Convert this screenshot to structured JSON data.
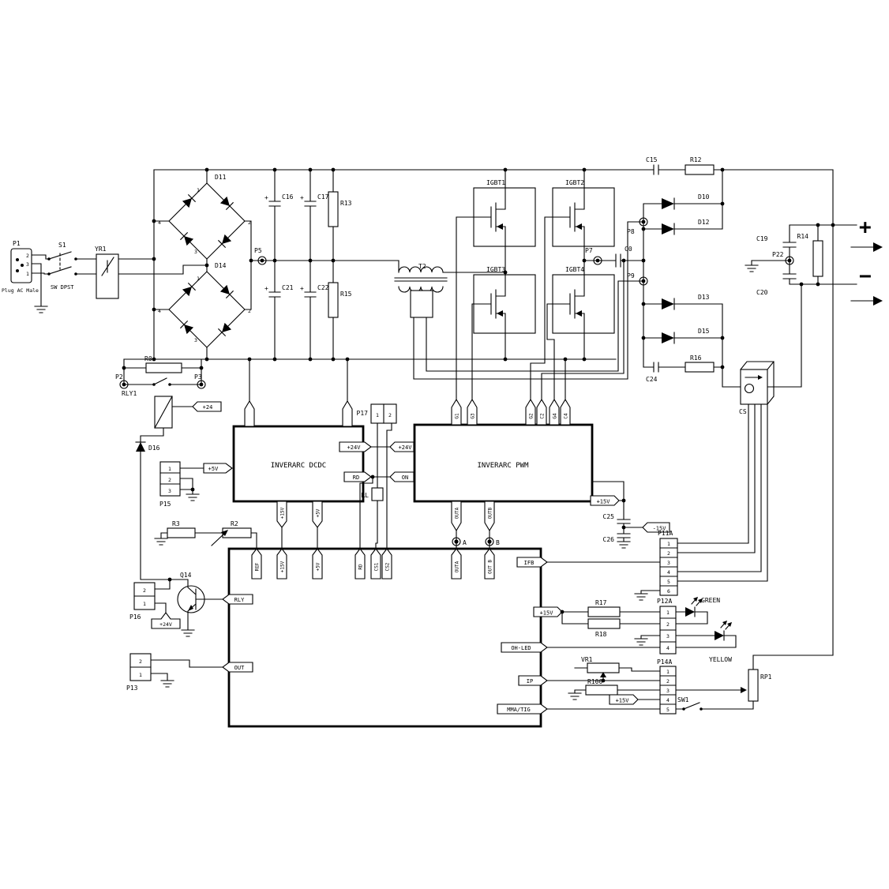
{
  "ac_input": {
    "p1": "P1",
    "p1_caption": "Plug AC Male",
    "p1_pins": [
      "2",
      "3",
      "1"
    ],
    "s1": "S1",
    "s1_caption": "SW DPST",
    "yr1": "YR1"
  },
  "bridge": {
    "d11": "D11",
    "d14": "D14",
    "pins": [
      "1",
      "2",
      "3",
      "4"
    ]
  },
  "dc_bus": {
    "c16": "C16",
    "c17": "C17",
    "c21": "C21",
    "c22": "C22",
    "r13": "R13",
    "r15": "R15",
    "p5": "P5",
    "plus": "+"
  },
  "inverter": {
    "igbt1": "IGBT1",
    "igbt2": "IGBT2",
    "igbt3": "IGBT3",
    "igbt4": "IGBT4",
    "t2": "T2",
    "p7": "P7",
    "c0": "C0"
  },
  "rectifier": {
    "c15": "C15",
    "r12": "R12",
    "d10": "D10",
    "d12": "D12",
    "d13": "D13",
    "d15": "D15",
    "c24": "C24",
    "r16": "R16",
    "p8": "P8",
    "p9": "P9"
  },
  "output": {
    "c19": "C19",
    "c20": "C20",
    "p22": "P22",
    "r14": "R14",
    "cs": "CS",
    "plus": "+",
    "minus": "−"
  },
  "relay": {
    "r0": "R0",
    "p2": "P2",
    "p3": "P3",
    "rly1": "RLY1",
    "v24": "+24",
    "d16": "D16"
  },
  "p15": {
    "label": "P15",
    "pins": [
      "1",
      "2",
      "3"
    ],
    "v5": "+5V"
  },
  "dcdc": {
    "title": "INVERARC DCDC",
    "v24": "+24V",
    "rd": "RD",
    "v15": "+15V",
    "v5": "+5V"
  },
  "p17": {
    "label": "P17",
    "pins": [
      "1",
      "2"
    ],
    "rl": "RL"
  },
  "pwm": {
    "title": "INVERARC PWM",
    "v24": "+24V",
    "on": "ON",
    "gates": [
      "G1",
      "G3",
      "G2",
      "C2",
      "G4",
      "C4"
    ],
    "outa": "OUTA",
    "outb": "OUTB",
    "a": "A",
    "b": "B"
  },
  "aux15": {
    "c25": "C25",
    "c26": "C26",
    "p15v": "+15V",
    "m15v": "-15V"
  },
  "p11a": {
    "label": "P11A",
    "pins": [
      "1",
      "2",
      "3",
      "4",
      "5",
      "6"
    ]
  },
  "board": {
    "ref": "REF",
    "v15": "+15V",
    "v5": "+5V",
    "rd": "RD",
    "cs1": "CS1",
    "cs2": "CS2",
    "outa": "OUTA",
    "outb": "OUT B",
    "ifb": "IFB",
    "oh_led": "OH-LED",
    "ip": "IP",
    "mma_tig": "MMA/TIG",
    "rly": "RLY",
    "out": "OUT"
  },
  "driver": {
    "q14": "Q14",
    "p16": "P16",
    "p16_pins": [
      "2",
      "1"
    ],
    "v24": "+24V",
    "p13": "P13",
    "p13_pins": [
      "2",
      "1"
    ],
    "r3": "R3",
    "r2": "R2"
  },
  "panel": {
    "v15a": "+15V",
    "r17": "R17",
    "r18": "R18",
    "p12a": "P12A",
    "p12a_pins": [
      "1",
      "2",
      "3",
      "4"
    ],
    "green": "GREEN",
    "yellow": "YELLOW",
    "vr1": "VR1",
    "p14a": "P14A",
    "p14a_pins": [
      "1",
      "2",
      "3",
      "4",
      "5"
    ],
    "r100": "R100",
    "v15b": "+15V",
    "rp1": "RP1",
    "sw1": "SW1"
  }
}
